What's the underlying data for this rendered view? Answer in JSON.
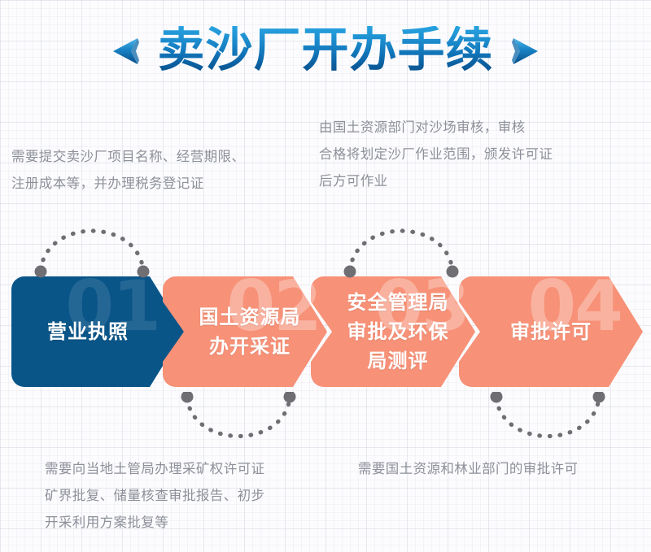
{
  "title": {
    "text": "卖沙厂开办手续",
    "left_arrow_icon": "left-triangle-arrow-icon",
    "right_arrow_icon": "right-triangle-arrow-icon",
    "gradient_top": "#29a3e0",
    "gradient_bottom": "#0a4d87"
  },
  "theme": {
    "primary_dark_blue": "#0a5588",
    "accent_salmon": "#f79177",
    "background": "#fcfcfe",
    "body_text": "#8d9099",
    "box_text": "#ffffff",
    "arc_dot": "#6e6e73"
  },
  "steps": [
    {
      "number": "01",
      "label": "营业执照",
      "color": "#0a5588",
      "variant": "dark"
    },
    {
      "number": "02",
      "label": "国土资源局\n办开采证",
      "color": "#f79177",
      "variant": "salmon"
    },
    {
      "number": "03",
      "label": "安全管理局\n审批及环保\n局测评",
      "color": "#f79177",
      "variant": "salmon"
    },
    {
      "number": "04",
      "label": "审批许可",
      "color": "#f79177",
      "variant": "salmon"
    }
  ],
  "descriptions": [
    {
      "id": "desc-1",
      "position": "top-left",
      "text": "需要提交卖沙厂项目名称、经营期限、\n注册成本等，并办理税务登记证"
    },
    {
      "id": "desc-2",
      "position": "top-right",
      "text": "由国土资源部门对沙场审核，审核\n合格将划定沙厂作业范围，颁发许可证\n后方可作业"
    },
    {
      "id": "desc-3",
      "position": "bottom-left",
      "text": "需要向当地土管局办理采矿权许可证\n矿界批复、储量核查审批报告、初步\n开采利用方案批复等"
    },
    {
      "id": "desc-4",
      "position": "bottom-right",
      "text": "需要国土资源和林业部门的审批许可"
    }
  ],
  "connectors": [
    {
      "id": "arc-top-1",
      "shape": "dotted-arc-up",
      "links": "desc-1 to step-1"
    },
    {
      "id": "arc-top-2",
      "shape": "dotted-arc-up",
      "links": "desc-2 to step-3"
    },
    {
      "id": "arc-bottom-1",
      "shape": "dotted-arc-down",
      "links": "step-2 to desc-3"
    },
    {
      "id": "arc-bottom-2",
      "shape": "dotted-arc-down",
      "links": "step-4 to desc-4"
    }
  ]
}
